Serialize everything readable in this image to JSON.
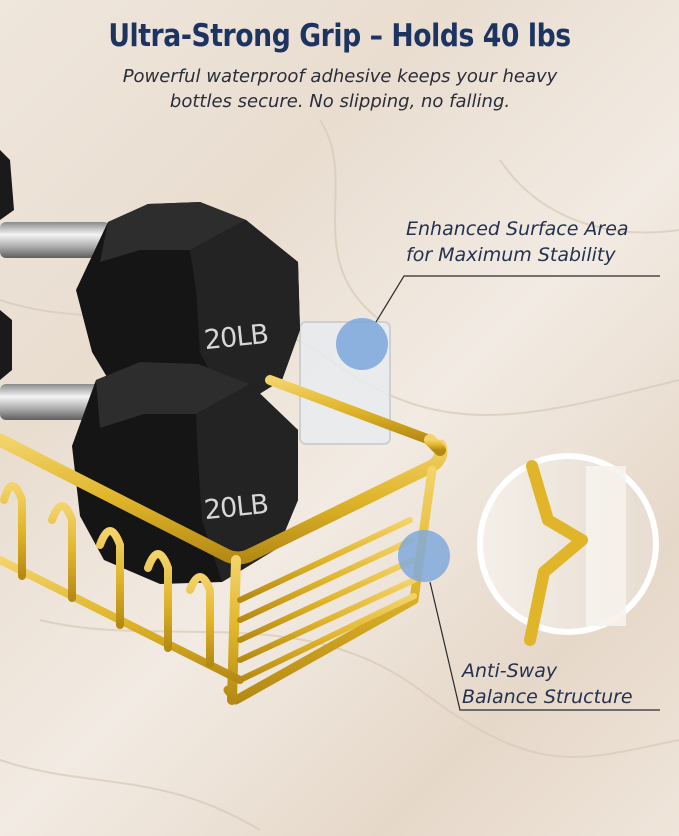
{
  "header": {
    "headline": "Ultra-Strong Grip – Holds 40 lbs",
    "subline_1": "Powerful waterproof adhesive keeps your heavy",
    "subline_2": "bottles secure. No slipping, no falling."
  },
  "callouts": [
    {
      "line_1": "Enhanced Surface Area",
      "line_2": "for Maximum Stability"
    },
    {
      "line_1": "Anti-Sway",
      "line_2": "Balance Structure"
    }
  ],
  "dumbbells": [
    {
      "label": "20LB"
    },
    {
      "label": "20LB"
    }
  ],
  "colors": {
    "title": "#1d3461",
    "text": "#24314f",
    "gold": "#e0b52a",
    "marker": "#7fa9dc",
    "dumbbell": "#1e1e1e"
  },
  "icons": [
    "hotspot-marker",
    "detail-zoom-circle"
  ]
}
